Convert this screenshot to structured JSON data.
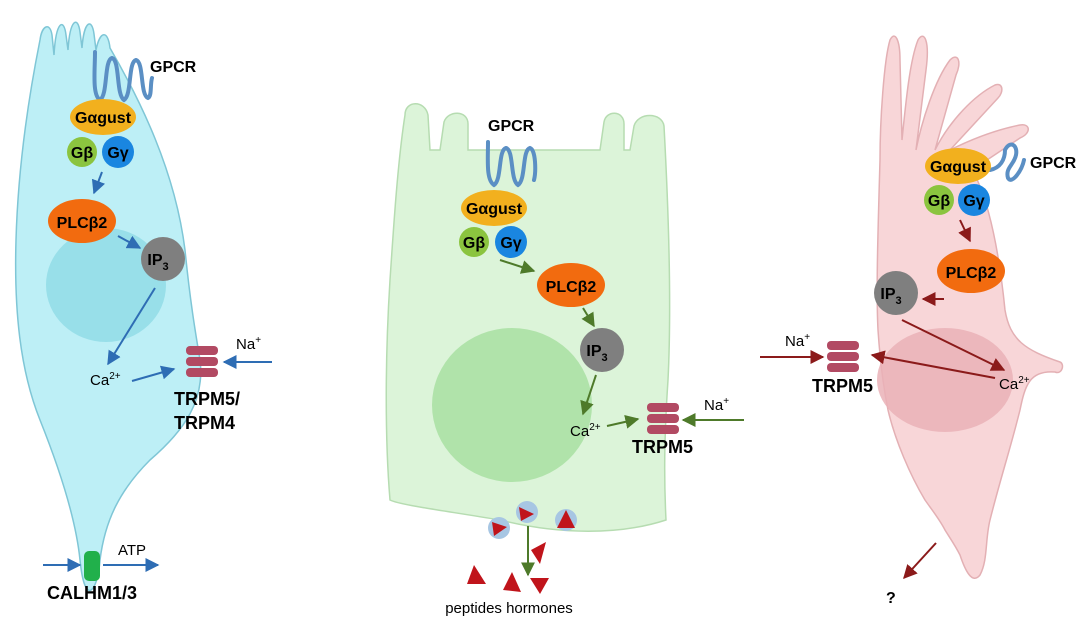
{
  "colors": {
    "blue_arrow": "#2e6db4",
    "green_arrow": "#4e7a2a",
    "red_arrow": "#8b1a1a",
    "gagust": "#f2b01e",
    "gbeta": "#8bc43f",
    "ggamma": "#1a86e0",
    "plcb2": "#f26b0f",
    "ip3": "#7f7f7f",
    "trpm": "#b24a63",
    "calhm": "#21b04b",
    "gpcr": "#5b8fc4",
    "peptide": "#c0141b",
    "vesicle": "#a7c6e3"
  },
  "cells": {
    "left": {
      "gpcr": "GPCR",
      "gagust": "Gαgust",
      "gbeta": "Gβ",
      "ggamma": "Gγ",
      "plcb2": "PLCβ2",
      "ip3_main": "IP",
      "ip3_sub": "3",
      "ca_main": "Ca",
      "ca_sup": "2+",
      "na_main": "Na",
      "na_sup": "+",
      "channel_line1": "TRPM5/",
      "channel_line2": "TRPM4",
      "atp": "ATP",
      "calhm": "CALHM1/3"
    },
    "middle": {
      "gpcr": "GPCR",
      "gagust": "Gαgust",
      "gbeta": "Gβ",
      "ggamma": "Gγ",
      "plcb2": "PLCβ2",
      "ip3_main": "IP",
      "ip3_sub": "3",
      "ca_main": "Ca",
      "ca_sup": "2+",
      "na_main": "Na",
      "na_sup": "+",
      "channel": "TRPM5",
      "output": "peptides hormones"
    },
    "right": {
      "gpcr": "GPCR",
      "gagust": "Gαgust",
      "gbeta": "Gβ",
      "ggamma": "Gγ",
      "plcb2": "PLCβ2",
      "ip3_main": "IP",
      "ip3_sub": "3",
      "ca_main": "Ca",
      "ca_sup": "2+",
      "na_main": "Na",
      "na_sup": "+",
      "channel": "TRPM5",
      "output": "?"
    }
  }
}
